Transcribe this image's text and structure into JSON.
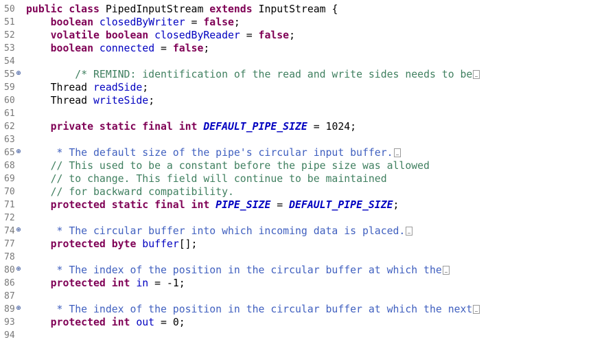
{
  "editor": {
    "lines": [
      {
        "num": "50",
        "fold": "",
        "tokens": [
          {
            "t": "kw",
            "v": "public class "
          },
          {
            "t": "plain",
            "v": "PipedInputStream "
          },
          {
            "t": "kw",
            "v": "extends "
          },
          {
            "t": "plain",
            "v": "InputStream {"
          }
        ]
      },
      {
        "num": "51",
        "fold": "",
        "tokens": [
          {
            "t": "plain",
            "v": "    "
          },
          {
            "t": "kw",
            "v": "boolean "
          },
          {
            "t": "field",
            "v": "closedByWriter"
          },
          {
            "t": "plain",
            "v": " = "
          },
          {
            "t": "kw",
            "v": "false"
          },
          {
            "t": "plain",
            "v": ";"
          }
        ]
      },
      {
        "num": "52",
        "fold": "",
        "tokens": [
          {
            "t": "plain",
            "v": "    "
          },
          {
            "t": "kw",
            "v": "volatile boolean "
          },
          {
            "t": "field",
            "v": "closedByReader"
          },
          {
            "t": "plain",
            "v": " = "
          },
          {
            "t": "kw",
            "v": "false"
          },
          {
            "t": "plain",
            "v": ";"
          }
        ]
      },
      {
        "num": "53",
        "fold": "",
        "tokens": [
          {
            "t": "plain",
            "v": "    "
          },
          {
            "t": "kw",
            "v": "boolean "
          },
          {
            "t": "field",
            "v": "connected"
          },
          {
            "t": "plain",
            "v": " = "
          },
          {
            "t": "kw",
            "v": "false"
          },
          {
            "t": "plain",
            "v": ";"
          }
        ]
      },
      {
        "num": "54",
        "fold": "",
        "tokens": []
      },
      {
        "num": "55",
        "fold": "⊕",
        "more": true,
        "tokens": [
          {
            "t": "plain",
            "v": "        "
          },
          {
            "t": "cm",
            "v": "/* REMIND: identification of the read and write sides needs to be"
          }
        ]
      },
      {
        "num": "59",
        "fold": "",
        "tokens": [
          {
            "t": "plain",
            "v": "    Thread "
          },
          {
            "t": "field",
            "v": "readSide"
          },
          {
            "t": "plain",
            "v": ";"
          }
        ]
      },
      {
        "num": "60",
        "fold": "",
        "tokens": [
          {
            "t": "plain",
            "v": "    Thread "
          },
          {
            "t": "field",
            "v": "writeSide"
          },
          {
            "t": "plain",
            "v": ";"
          }
        ]
      },
      {
        "num": "61",
        "fold": "",
        "tokens": []
      },
      {
        "num": "62",
        "fold": "",
        "tokens": [
          {
            "t": "plain",
            "v": "    "
          },
          {
            "t": "kw",
            "v": "private static final int "
          },
          {
            "t": "sfield",
            "v": "DEFAULT_PIPE_SIZE"
          },
          {
            "t": "plain",
            "v": " = 1024;"
          }
        ]
      },
      {
        "num": "63",
        "fold": "",
        "tokens": []
      },
      {
        "num": "65",
        "fold": "⊕",
        "more": true,
        "tokens": [
          {
            "t": "plain",
            "v": "     "
          },
          {
            "t": "jd",
            "v": "* The default size of the pipe's circular input buffer."
          }
        ]
      },
      {
        "num": "68",
        "fold": "",
        "tokens": [
          {
            "t": "plain",
            "v": "    "
          },
          {
            "t": "cm",
            "v": "// This used to be a constant before the pipe size was allowed"
          }
        ]
      },
      {
        "num": "69",
        "fold": "",
        "tokens": [
          {
            "t": "plain",
            "v": "    "
          },
          {
            "t": "cm",
            "v": "// to change. This field will continue to be maintained"
          }
        ]
      },
      {
        "num": "70",
        "fold": "",
        "tokens": [
          {
            "t": "plain",
            "v": "    "
          },
          {
            "t": "cm",
            "v": "// for backward compatibility."
          }
        ]
      },
      {
        "num": "71",
        "fold": "",
        "tokens": [
          {
            "t": "plain",
            "v": "    "
          },
          {
            "t": "kw",
            "v": "protected static final int "
          },
          {
            "t": "sfield",
            "v": "PIPE_SIZE"
          },
          {
            "t": "plain",
            "v": " = "
          },
          {
            "t": "sfield",
            "v": "DEFAULT_PIPE_SIZE"
          },
          {
            "t": "plain",
            "v": ";"
          }
        ]
      },
      {
        "num": "72",
        "fold": "",
        "tokens": []
      },
      {
        "num": "74",
        "fold": "⊕",
        "more": true,
        "tokens": [
          {
            "t": "plain",
            "v": "     "
          },
          {
            "t": "jd",
            "v": "* The circular buffer into which incoming data is placed."
          }
        ]
      },
      {
        "num": "77",
        "fold": "",
        "tokens": [
          {
            "t": "plain",
            "v": "    "
          },
          {
            "t": "kw",
            "v": "protected byte "
          },
          {
            "t": "field",
            "v": "buffer"
          },
          {
            "t": "plain",
            "v": "[];"
          }
        ]
      },
      {
        "num": "78",
        "fold": "",
        "tokens": []
      },
      {
        "num": "80",
        "fold": "⊕",
        "more": true,
        "tokens": [
          {
            "t": "plain",
            "v": "     "
          },
          {
            "t": "jd",
            "v": "* The index of the position in the circular buffer at which the"
          }
        ]
      },
      {
        "num": "86",
        "fold": "",
        "tokens": [
          {
            "t": "plain",
            "v": "    "
          },
          {
            "t": "kw",
            "v": "protected int "
          },
          {
            "t": "field",
            "v": "in"
          },
          {
            "t": "plain",
            "v": " = -1;"
          }
        ]
      },
      {
        "num": "87",
        "fold": "",
        "tokens": []
      },
      {
        "num": "89",
        "fold": "⊕",
        "more": true,
        "tokens": [
          {
            "t": "plain",
            "v": "     "
          },
          {
            "t": "jd",
            "v": "* The index of the position in the circular buffer at which the next"
          }
        ]
      },
      {
        "num": "93",
        "fold": "",
        "tokens": [
          {
            "t": "plain",
            "v": "    "
          },
          {
            "t": "kw",
            "v": "protected int "
          },
          {
            "t": "field",
            "v": "out"
          },
          {
            "t": "plain",
            "v": " = 0;"
          }
        ]
      },
      {
        "num": "94",
        "fold": "",
        "tokens": []
      }
    ]
  },
  "colors": {
    "keyword": "#7f0055",
    "field": "#0000c0",
    "comment": "#3f7f5f",
    "javadoc": "#3f5fbf",
    "line_number": "#787878",
    "background": "#ffffff"
  },
  "icons": {
    "fold": "expand-fold-icon",
    "more": "collapsed-content-marker-icon"
  }
}
